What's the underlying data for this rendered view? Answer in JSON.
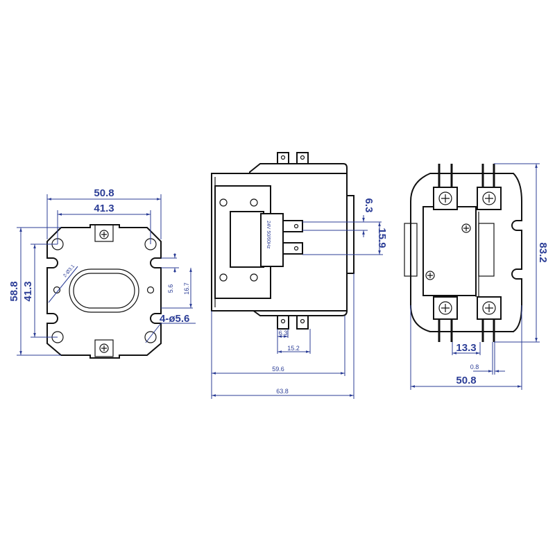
{
  "colors": {
    "dimension": "#2b3d96",
    "outline": "#111111"
  },
  "views": {
    "bottom_plate": {
      "width": "50.8",
      "hole_spacing_x": "41.3",
      "height": "58.8",
      "hole_spacing_y": "41.3",
      "small_holes": "2-Ø3.1",
      "slot_width": "5.6",
      "slot_spacing": "16.7",
      "mount_holes": "4-ø5.6"
    },
    "side": {
      "coil_label": "24V 50/60Hz",
      "coil_terminal_width": "6.3",
      "coil_terminal_spacing": "15.9",
      "terminal_width": "6.3",
      "terminal_spacing": "15.2",
      "body_depth": "59.6",
      "overall_depth": "63.8"
    },
    "front": {
      "height": "83.2",
      "terminal_spacing": "13.3",
      "terminal_thickness": "0.8",
      "width": "50.8"
    }
  }
}
